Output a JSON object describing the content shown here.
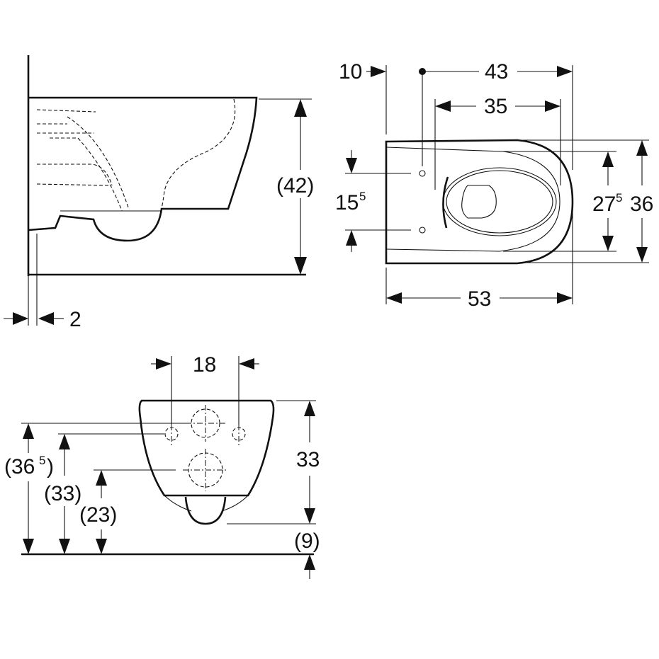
{
  "side_view": {
    "height_label": "(42)",
    "wall_gap_label": "2"
  },
  "top_view": {
    "offset_label": "10",
    "length_43_label": "43",
    "length_35_label": "35",
    "hole_spacing_label": "15",
    "hole_spacing_sup": "5",
    "inner_width_label": "27",
    "inner_width_sup": "5",
    "width_label": "36",
    "total_length_label": "53"
  },
  "rear_view": {
    "bolt_spacing_label": "18",
    "height_label": "33",
    "floor_gap_label": "(9)",
    "bolt_height_label": "(36",
    "bolt_height_sup": "5",
    "bolt_height_close": ")",
    "outlet_top_label": "(33)",
    "outlet_center_label": "(23)"
  },
  "colors": {
    "line": "#111111",
    "background": "#ffffff"
  }
}
